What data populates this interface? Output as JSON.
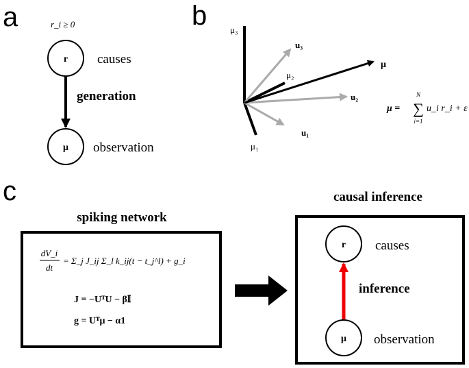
{
  "panel_a": {
    "letter": "a",
    "constraint": "r_i ≥ 0",
    "top_node": "r",
    "top_label": "causes",
    "arrow_label": "generation",
    "bottom_node": "μ",
    "bottom_label": "observation"
  },
  "panel_b": {
    "letter": "b",
    "axes": [
      "μ₁",
      "μ₂",
      "μ₃"
    ],
    "basis_vectors": [
      "u₁",
      "u₂",
      "u₃"
    ],
    "data_vector": "μ",
    "equation_lhs": "μ =",
    "equation_sum_top": "N",
    "equation_sum_bottom": "i=1",
    "equation_rhs": "u_i r_i + ε",
    "colors": {
      "axes": "#000000",
      "basis": "#aaaaaa"
    }
  },
  "panel_c": {
    "letter": "c",
    "left_title": "spiking network",
    "eq1_lhs_num": "dV_i",
    "eq1_lhs_den": "dt",
    "eq1_rhs": "= Σ_j J_ij Σ_l k_ij(t − t_j^l) + g_i",
    "eq2": "J = −UᵀU − β𝕀",
    "eq3": "g = Uᵀμ − α1",
    "right_title": "causal inference",
    "top_node": "r",
    "top_label": "causes",
    "arrow_label": "inference",
    "bottom_node": "μ",
    "bottom_label": "observation",
    "colors": {
      "inference_arrow": "#ee0000"
    }
  }
}
